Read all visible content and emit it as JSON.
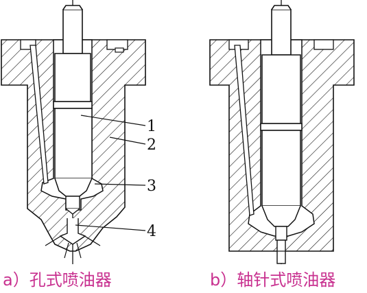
{
  "diagram": {
    "callouts": [
      {
        "id": "1",
        "text": "1"
      },
      {
        "id": "2",
        "text": "2"
      },
      {
        "id": "3",
        "text": "3"
      },
      {
        "id": "4",
        "text": "4"
      }
    ],
    "captions": {
      "a": "a）孔式喷油器",
      "b": "b）轴针式喷油器"
    },
    "colors": {
      "caption": "#c8308f",
      "line": "#111111",
      "background": "#ffffff"
    }
  }
}
